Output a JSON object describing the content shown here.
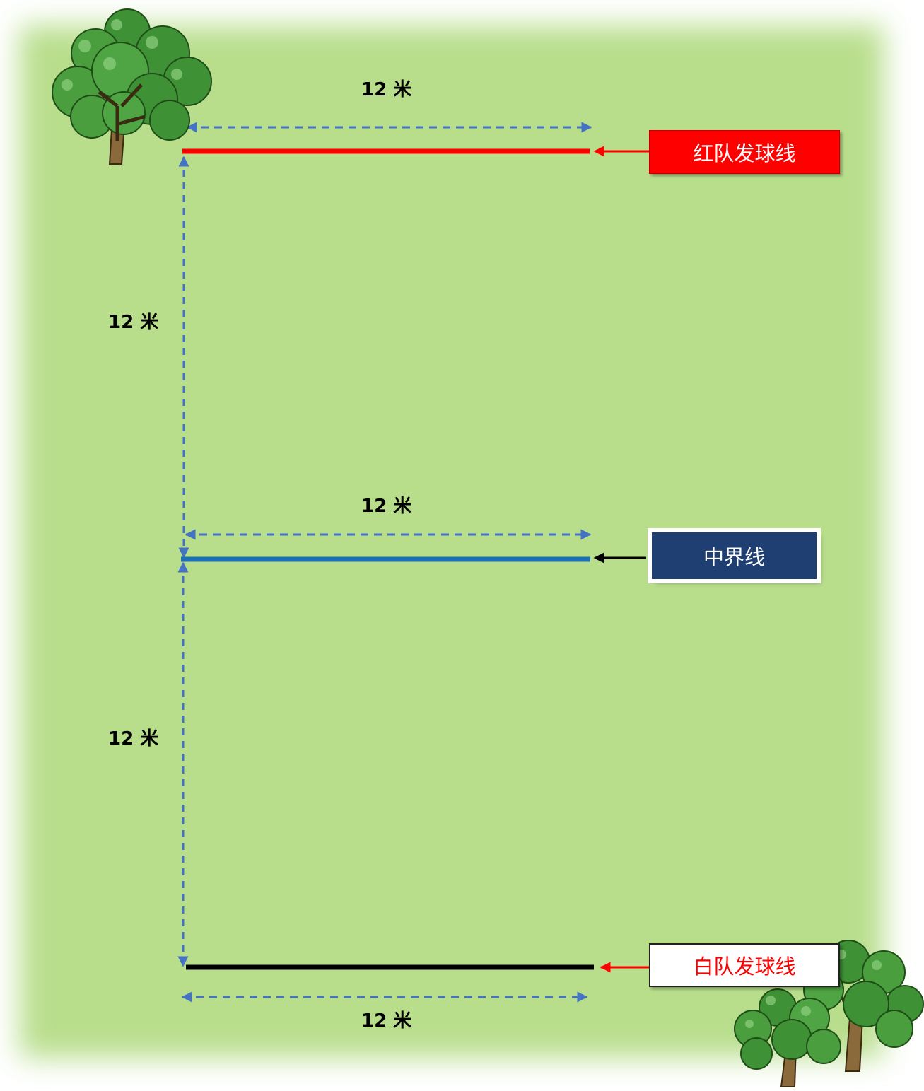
{
  "colors": {
    "field": "#b8de8c",
    "red_line": "#ff0000",
    "center_line": "#1f6fb4",
    "white_line": "#000000",
    "dimension_arrow": "#4472c4",
    "red_tag_bg": "#ff0000",
    "red_tag_text": "#ffffff",
    "center_tag_bg": "#1f3f73",
    "center_tag_text": "#ffffff",
    "white_tag_bg": "#ffffff",
    "white_tag_text": "#ff0000",
    "pointer_red": "#ff0000",
    "pointer_black": "#000000"
  },
  "dimensions": {
    "top_width": "12 米",
    "upper_height": "12 米",
    "middle_width": "12 米",
    "lower_height": "12 米",
    "bottom_width": "12 米"
  },
  "labels": {
    "red_serve_line": "红队发球线",
    "center_line": "中界线",
    "white_serve_line": "白队发球线"
  },
  "decorations": {
    "top_left": "tree-icon",
    "bottom_right": "trees-icon"
  }
}
